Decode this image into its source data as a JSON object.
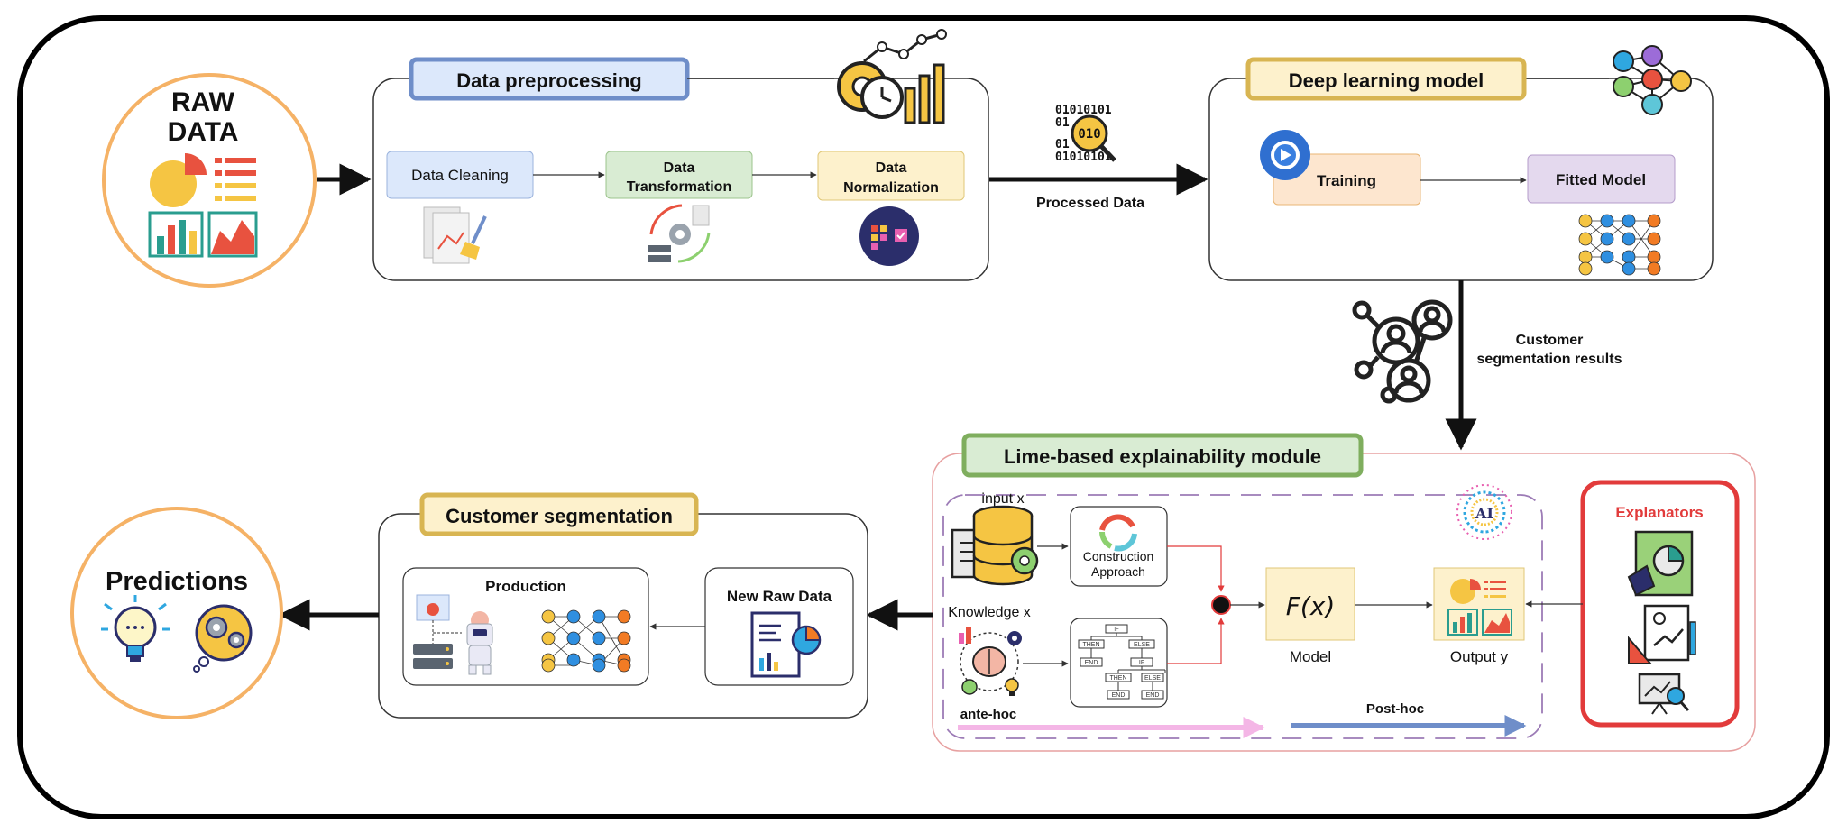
{
  "raw_data": {
    "line1": "RAW",
    "line2": "DATA"
  },
  "preprocessing": {
    "title": "Data preprocessing",
    "steps": {
      "cleaning": "Data Cleaning",
      "transformation_1": "Data",
      "transformation_2": "Transformation",
      "normalization_1": "Data",
      "normalization_2": "Normalization"
    }
  },
  "binary": [
    "01010101",
    "01",
    "010",
    "01",
    "01010101"
  ],
  "processed_data_label": "Processed Data",
  "deep_learning": {
    "title": "Deep learning model",
    "training": "Training",
    "fitted_model": "Fitted Model"
  },
  "segmentation_results": {
    "line1": "Customer",
    "line2": "segmentation results"
  },
  "lime": {
    "title": "Lime-based explainability module",
    "input_x": "input x",
    "construction_1": "Construction",
    "construction_2": "Approach",
    "knowledge_x": "Knowledge x",
    "model_fx": "F(x)",
    "model_label": "Model",
    "output_y": "Output y",
    "ante_hoc": "ante-hoc",
    "post_hoc": "Post-hoc",
    "ai_badge": "AI",
    "tree": {
      "if": "IF",
      "then": "THEN",
      "else": "ELSE",
      "end": "END"
    }
  },
  "explanators": {
    "title": "Explanators"
  },
  "customer_segmentation": {
    "title": "Customer segmentation",
    "production": "Production",
    "new_raw_data": "New Raw Data"
  },
  "predictions": {
    "title": "Predictions"
  },
  "colors": {
    "orange_ring": "#f5b266",
    "blue_title": "#6f8ec9",
    "gold_title": "#d8b552",
    "green_title": "#7fae5e",
    "red": "#e23b3b",
    "pink_frame": "#e7a0a0"
  }
}
